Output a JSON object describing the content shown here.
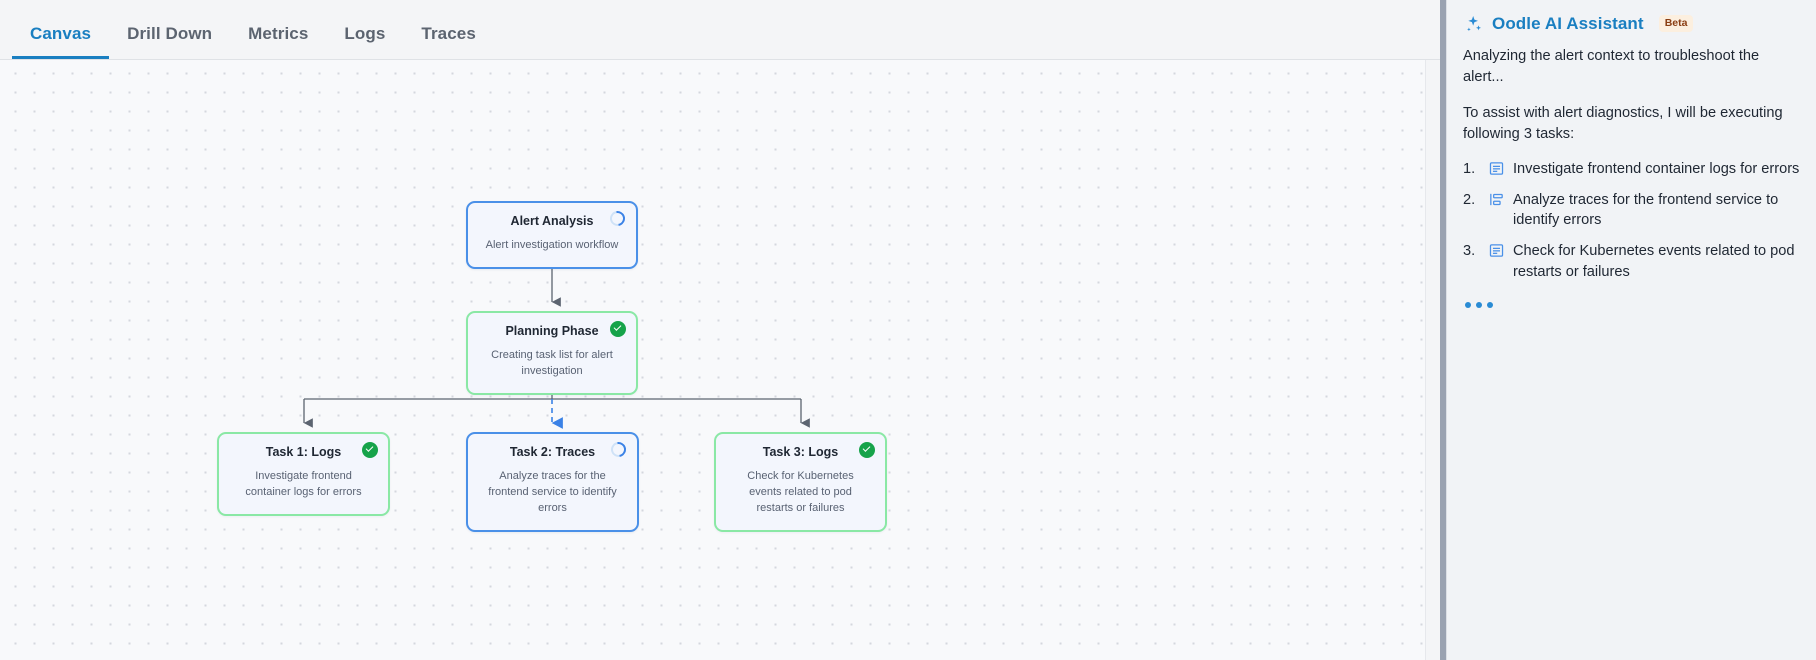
{
  "tabs": [
    {
      "label": "Canvas",
      "active": true
    },
    {
      "label": "Drill Down",
      "active": false
    },
    {
      "label": "Metrics",
      "active": false
    },
    {
      "label": "Logs",
      "active": false
    },
    {
      "label": "Traces",
      "active": false
    }
  ],
  "canvas": {
    "nodes": [
      {
        "id": "alert",
        "title": "Alert Analysis",
        "subtitle": "Alert investigation workflow",
        "status": "in-progress",
        "status_icon": "spinner-icon",
        "border_color": "#4a90e8",
        "fill_color": "#f3f6fd"
      },
      {
        "id": "planning",
        "title": "Planning Phase",
        "subtitle": "Creating task list for alert investigation",
        "status": "complete",
        "status_icon": "check-circle-icon",
        "border_color": "#8ae8a5",
        "fill_color": "#f3f6fd"
      },
      {
        "id": "task1",
        "title": "Task 1: Logs",
        "subtitle": "Investigate frontend container logs for errors",
        "status": "complete",
        "status_icon": "check-circle-icon",
        "border_color": "#8ae8a5",
        "fill_color": "#f3f6fd"
      },
      {
        "id": "task2",
        "title": "Task 2: Traces",
        "subtitle": "Analyze traces for the frontend service to identify errors",
        "status": "in-progress",
        "status_icon": "spinner-icon",
        "border_color": "#4a90e8",
        "fill_color": "#f3f6fd"
      },
      {
        "id": "task3",
        "title": "Task 3: Logs",
        "subtitle": "Check for Kubernetes events related to pod restarts or failures",
        "status": "complete",
        "status_icon": "check-circle-icon",
        "border_color": "#8ae8a5",
        "fill_color": "#f3f6fd"
      }
    ],
    "edges": [
      {
        "from": "alert",
        "to": "planning",
        "style": "solid",
        "color": "#5c6470"
      },
      {
        "from": "planning",
        "to": "task1",
        "style": "solid",
        "color": "#5c6470"
      },
      {
        "from": "planning",
        "to": "task2",
        "style": "dashed",
        "color": "#3b82e6"
      },
      {
        "from": "planning",
        "to": "task3",
        "style": "solid",
        "color": "#5c6470"
      }
    ]
  },
  "assistant": {
    "icon": "sparkles-icon",
    "title": "Oodle AI Assistant",
    "badge": "Beta",
    "accent_color": "#1a7fc1",
    "status_line": "Analyzing the alert context to troubleshoot the alert...",
    "intro_line": "To assist with alert diagnostics, I will be executing following 3 tasks:",
    "tasks": [
      {
        "number": "1.",
        "icon": "logs-icon",
        "text": "Investigate frontend container logs for errors"
      },
      {
        "number": "2.",
        "icon": "traces-icon",
        "text": "Analyze traces for the frontend service to identify errors"
      },
      {
        "number": "3.",
        "icon": "logs-icon",
        "text": "Check for Kubernetes events related to pod restarts or failures"
      }
    ],
    "typing_indicator": true
  }
}
